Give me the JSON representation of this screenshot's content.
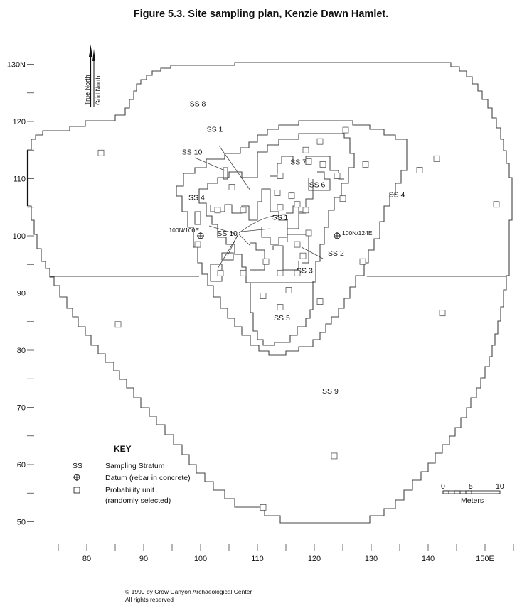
{
  "title": "Figure 5.3.  Site sampling plan, Kenzie Dawn Hamlet.",
  "north_arrow": {
    "true_north": "True North",
    "grid_north": "Grid North"
  },
  "y_axis": {
    "ticks": [
      {
        "value": 130,
        "label": "130N"
      },
      {
        "value": 125,
        "label": ""
      },
      {
        "value": 120,
        "label": "120"
      },
      {
        "value": 115,
        "label": ""
      },
      {
        "value": 110,
        "label": "110"
      },
      {
        "value": 105,
        "label": ""
      },
      {
        "value": 100,
        "label": "100"
      },
      {
        "value": 95,
        "label": ""
      },
      {
        "value": 90,
        "label": "90"
      },
      {
        "value": 85,
        "label": ""
      },
      {
        "value": 80,
        "label": "80"
      },
      {
        "value": 75,
        "label": ""
      },
      {
        "value": 70,
        "label": "70"
      },
      {
        "value": 65,
        "label": ""
      },
      {
        "value": 60,
        "label": "60"
      },
      {
        "value": 55,
        "label": ""
      },
      {
        "value": 50,
        "label": "50"
      }
    ]
  },
  "x_axis": {
    "ticks": [
      {
        "value": 75,
        "label": ""
      },
      {
        "value": 80,
        "label": "80"
      },
      {
        "value": 85,
        "label": ""
      },
      {
        "value": 90,
        "label": "90"
      },
      {
        "value": 95,
        "label": ""
      },
      {
        "value": 100,
        "label": "100"
      },
      {
        "value": 105,
        "label": ""
      },
      {
        "value": 110,
        "label": "110"
      },
      {
        "value": 115,
        "label": ""
      },
      {
        "value": 120,
        "label": "120"
      },
      {
        "value": 125,
        "label": ""
      },
      {
        "value": 130,
        "label": "130"
      },
      {
        "value": 135,
        "label": ""
      },
      {
        "value": 140,
        "label": "140"
      },
      {
        "value": 145,
        "label": ""
      },
      {
        "value": 150,
        "label": "150E"
      },
      {
        "value": 155,
        "label": ""
      }
    ]
  },
  "strata_labels": [
    {
      "text": "SS 8",
      "e": 99.5,
      "n": 122.7
    },
    {
      "text": "SS 1",
      "e": 102.5,
      "n": 118.2
    },
    {
      "text": "SS 10",
      "e": 98.5,
      "n": 114.2
    },
    {
      "text": "SS 7",
      "e": 117.2,
      "n": 112.5
    },
    {
      "text": "SS 6",
      "e": 120.5,
      "n": 108.5
    },
    {
      "text": "SS 4",
      "e": 134.5,
      "n": 106.8
    },
    {
      "text": "SS 4",
      "e": 99.3,
      "n": 106.3
    },
    {
      "text": "SS 1",
      "e": 114.0,
      "n": 102.8
    },
    {
      "text": "SS 10",
      "e": 104.7,
      "n": 100.0
    },
    {
      "text": "SS 2",
      "e": 123.8,
      "n": 96.5
    },
    {
      "text": "SS 3",
      "e": 118.3,
      "n": 93.5
    },
    {
      "text": "SS 5",
      "e": 114.3,
      "n": 85.2
    },
    {
      "text": "SS 9",
      "e": 122.8,
      "n": 72.4
    }
  ],
  "datums": [
    {
      "label": "100N/100E",
      "e": 100,
      "n": 100
    },
    {
      "label": "100N/124E",
      "e": 124,
      "n": 100
    }
  ],
  "probability_units": [
    [
      82.5,
      114.5
    ],
    [
      103,
      104.5
    ],
    [
      105.5,
      108.5
    ],
    [
      107.5,
      104.5
    ],
    [
      114,
      110.5
    ],
    [
      113.5,
      107.5
    ],
    [
      116,
      107
    ],
    [
      114,
      105
    ],
    [
      117,
      105.5
    ],
    [
      118.5,
      104.5
    ],
    [
      118.5,
      115
    ],
    [
      121,
      116.5
    ],
    [
      125.5,
      118.5
    ],
    [
      119,
      113
    ],
    [
      121.5,
      112.5
    ],
    [
      124,
      110.5
    ],
    [
      125,
      106.5
    ],
    [
      129,
      112.5
    ],
    [
      138.5,
      111.5
    ],
    [
      141.5,
      113.5
    ],
    [
      152,
      105.5
    ],
    [
      99.5,
      98.5
    ],
    [
      103.5,
      93.5
    ],
    [
      107.5,
      93.5
    ],
    [
      111.5,
      95.5
    ],
    [
      114,
      93.5
    ],
    [
      117,
      98.5
    ],
    [
      118,
      96.5
    ],
    [
      119,
      100.5
    ],
    [
      117,
      93.5
    ],
    [
      111,
      89.5
    ],
    [
      114,
      87.5
    ],
    [
      115.5,
      90.5
    ],
    [
      121,
      88.5
    ],
    [
      128.5,
      95.5
    ],
    [
      142.5,
      86.5
    ],
    [
      85.5,
      84.5
    ],
    [
      123.5,
      61.5
    ],
    [
      111,
      52.5
    ]
  ],
  "key": {
    "title": "KEY",
    "items": [
      {
        "symbol": "SS",
        "text": "Sampling Stratum"
      },
      {
        "symbol": "datum",
        "text": "Datum (rebar in concrete)"
      },
      {
        "symbol": "square",
        "text": "Probability unit"
      },
      {
        "symbol": "",
        "text": "(randomly selected)"
      }
    ]
  },
  "scale_bar": {
    "labels": [
      "0",
      "5",
      "10"
    ],
    "unit": "Meters"
  },
  "copyright": [
    "© 1999 by Crow Canyon Archaeological Center",
    "All rights reserved"
  ]
}
